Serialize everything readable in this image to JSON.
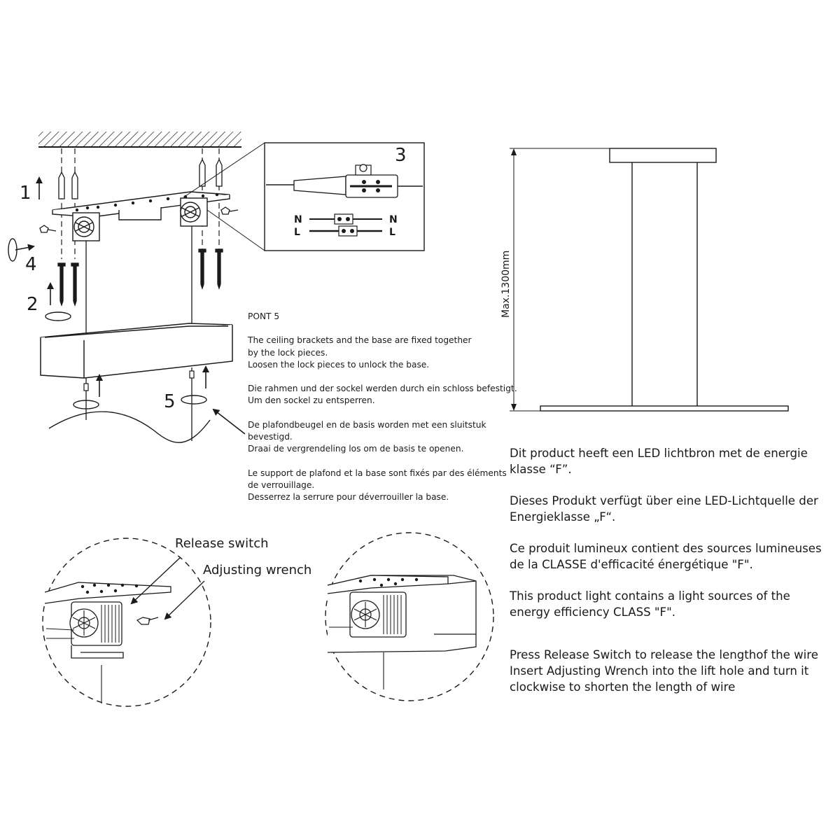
{
  "steps": {
    "s1": "1",
    "s2": "2",
    "s3": "3",
    "s4": "4",
    "s5": "5"
  },
  "wiring": {
    "n_left": "N",
    "l_left": "L",
    "n_right": "N",
    "l_right": "L"
  },
  "dimension": {
    "height_label": "Max.1300mm"
  },
  "callouts": {
    "release_switch": "Release switch",
    "adjusting_wrench": "Adjusting wrench"
  },
  "point5": {
    "title": "PONT 5",
    "en": "The ceiling brackets and the base are fixed together\nby the lock pieces.\nLoosen the lock pieces to unlock the base.",
    "de": "Die rahmen und der sockel werden durch ein schloss befestigt.\nUm den sockel zu entsperren.",
    "nl": "De plafondbeugel en de basis worden met een sluitstuk bevestigd.\nDraai de vergrendeling los om de basis te openen.",
    "fr": "Le support de plafond et la base sont fixés par des éléments\nde verrouillage.\nDesserrez la serrure pour déverrouiller la base."
  },
  "energy": {
    "nl": "Dit product heeft een LED lichtbron met de energie\nklasse “F”.",
    "de": "Dieses Produkt verfügt über eine LED-Lichtquelle der\nEnergieklasse „F“.",
    "fr": "Ce produit lumineux contient des sources lumineuses\nde la CLASSE d'efficacité énergétique \"F\".",
    "en": "This product light contains a light sources of the\nenergy efficiency CLASS \"F\"."
  },
  "instructions": "Press Release Switch to release the lengthof the wire\nInsert Adjusting Wrench into the lift hole and turn it\nclockwise to shorten the length of wire"
}
